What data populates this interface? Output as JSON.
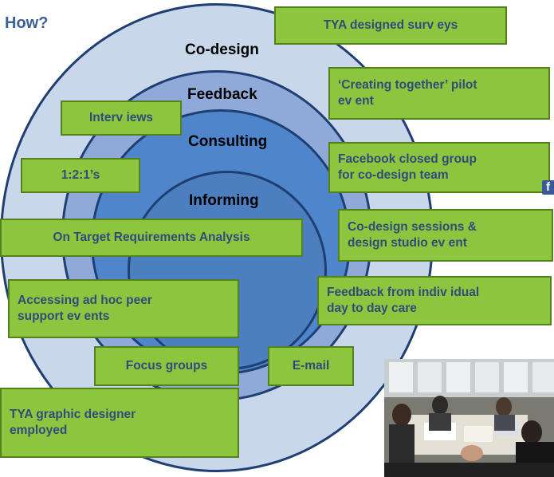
{
  "title": "How?",
  "rings": {
    "outer": "Co-design",
    "second": "Feedback",
    "third": "Consulting",
    "inner": "Informing"
  },
  "boxes": {
    "tya_surveys": "TYA  designed surv eys",
    "creating_together": "‘Creating together’ pilot\nev ent",
    "interviews": "Interv iews",
    "facebook_group": "Facebook closed group\nfor co-design team",
    "one_two_one": "1:2:1’s",
    "on_target": "On Target Requirements Analysis",
    "codesign_sessions": "Co-design sessions &\ndesign studio ev ent",
    "feedback_individual": "Feedback from indiv idual\nday to day care",
    "adhoc_peer": "Accessing ad hoc peer\nsupport ev ents",
    "focus_groups": "Focus groups",
    "email": "E-mail",
    "graphic_designer": "TYA  graphic designer\nemployed"
  },
  "icons": {
    "facebook": "f"
  },
  "colors": {
    "box_fill": "#8cc63f",
    "box_text": "#2e4d7a",
    "ring_outer": "#c9d7eb",
    "ring_inner": "#4f86cb",
    "title": "#3c6096"
  }
}
